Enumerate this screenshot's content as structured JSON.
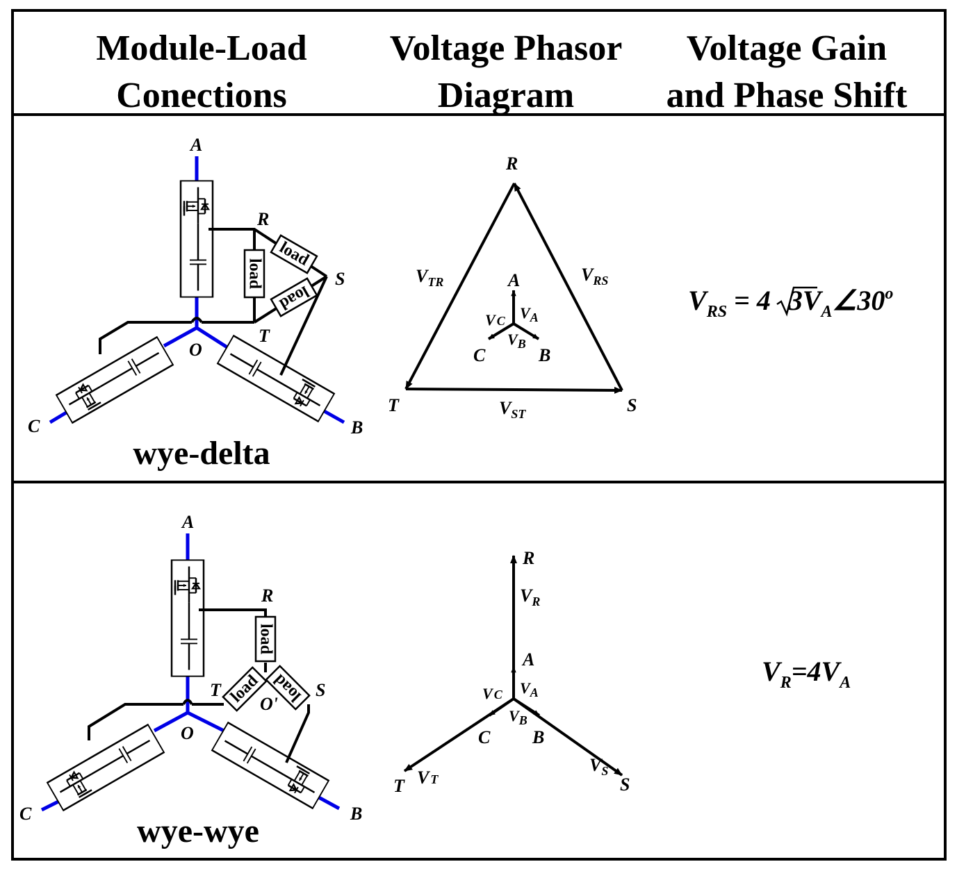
{
  "header": {
    "col1_line1": "Module-Load",
    "col1_line2": "Conections",
    "col2_line1": "Voltage Phasor",
    "col2_line2": "Diagram",
    "col3_line1": "Voltage Gain",
    "col3_line2": "and Phase Shift"
  },
  "row1": {
    "caption": "wye-delta",
    "circuit": {
      "node_A": "A",
      "node_B": "B",
      "node_C": "C",
      "node_O": "O",
      "node_R": "R",
      "node_S": "S",
      "node_T": "T",
      "load_label": "load"
    },
    "phasor": {
      "R": "R",
      "S": "S",
      "T": "T",
      "A": "A",
      "B": "B",
      "C": "C",
      "V": "V",
      "sub_TR": "TR",
      "sub_RS": "RS",
      "sub_ST": "ST",
      "sub_A": "A",
      "sub_B": "B",
      "sub_C": "C"
    },
    "equation": {
      "lhs_v": "V",
      "lhs_sub": "RS",
      "eq": " = 4",
      "radicand": "3",
      "rhs_v": "V",
      "rhs_sub": "A",
      "angle": "∠30",
      "sup": "o"
    }
  },
  "row2": {
    "caption": "wye-wye",
    "circuit": {
      "node_A": "A",
      "node_B": "B",
      "node_C": "C",
      "node_O": "O",
      "node_O2": "O'",
      "node_R": "R",
      "node_S": "S",
      "node_T": "T",
      "load_label": "load"
    },
    "phasor": {
      "R": "R",
      "S": "S",
      "T": "T",
      "A": "A",
      "B": "B",
      "C": "C",
      "V": "V",
      "sub_R": "R",
      "sub_S": "S",
      "sub_T": "T",
      "sub_A": "A",
      "sub_B": "B",
      "sub_C": "C"
    },
    "equation": {
      "lhs_v": "V",
      "lhs_sub": "R",
      "eq": "=4",
      "rhs_v": "V",
      "rhs_sub": "A"
    }
  },
  "colors": {
    "wire": "#000000",
    "phase_leg": "#0000e6",
    "background": "#ffffff"
  }
}
